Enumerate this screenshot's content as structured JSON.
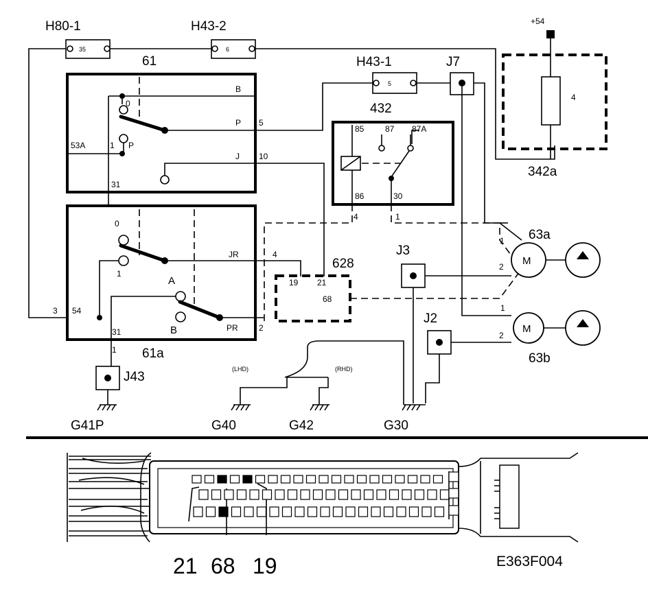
{
  "components": {
    "fuse_h80_1": {
      "name": "H80-1",
      "pin": "35"
    },
    "fuse_h43_2": {
      "name": "H43-2",
      "pin": "6"
    },
    "fuse_h43_1": {
      "name": "H43-1",
      "pin": "5"
    },
    "junction_j7": "J7",
    "junction_j3": "J3",
    "junction_j2": "J2",
    "junction_j43": "J43",
    "supply": "+54",
    "resistor_342a": {
      "name": "342a",
      "value": "4"
    },
    "switch_61": {
      "name": "61",
      "labels": [
        "B",
        "0",
        "P",
        "5",
        "53A",
        "1",
        "P",
        "J",
        "10",
        "31"
      ]
    },
    "relay_432": {
      "name": "432",
      "pins": [
        "85",
        "87",
        "87A",
        "86",
        "30"
      ]
    },
    "switch_61a": {
      "name": "61a",
      "labels": [
        "0",
        "1",
        "A",
        "JR",
        "4",
        "3",
        "54",
        "B",
        "PR",
        "2",
        "31"
      ]
    },
    "module_628": {
      "name": "628",
      "pins": [
        "19",
        "21",
        "68"
      ]
    },
    "motor_63a": {
      "name": "63a",
      "symbol": "M",
      "pins": [
        "1",
        "2"
      ]
    },
    "motor_63b": {
      "name": "63b",
      "symbol": "M",
      "pins": [
        "1",
        "2"
      ]
    },
    "wire_labels": [
      "4",
      "1",
      "1"
    ],
    "grounds": [
      "G41P",
      "G40",
      "G42",
      "G30"
    ],
    "market_variants": {
      "lhd": "(LHD)",
      "rhd": "(RHD)"
    }
  },
  "connector": {
    "callouts": [
      "21",
      "68",
      "19"
    ]
  },
  "figure_ref": "E363F004"
}
